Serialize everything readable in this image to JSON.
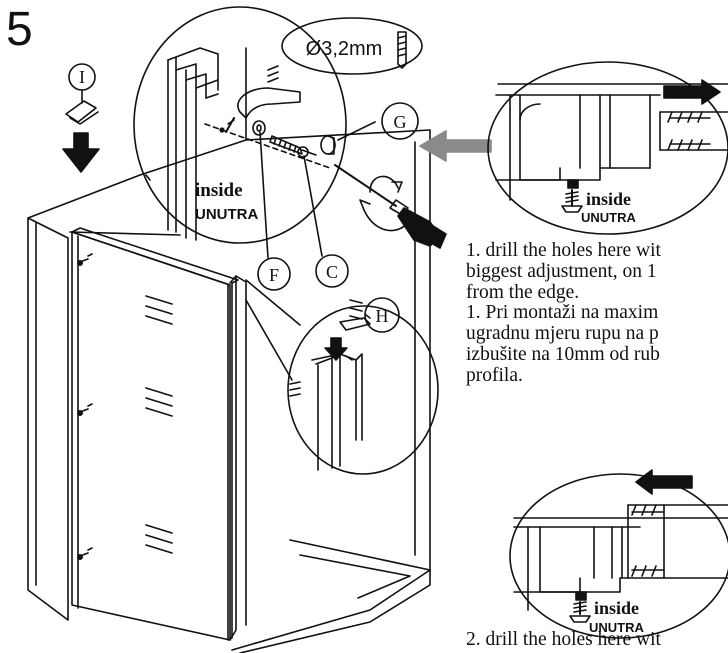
{
  "step_number": "5",
  "drill_spec": "Ø3,2mm",
  "inside_label_1": "inside",
  "unutra_label_1": "UNUTRA",
  "inside_label_2": "inside",
  "unutra_label_2": "UNUTRA",
  "inside_label_3": "inside",
  "unutra_label_3": "UNUTRA",
  "parts": {
    "I": "I",
    "G": "G",
    "F": "F",
    "C": "C",
    "H": "H"
  },
  "instructions": {
    "en_1": [
      "1. drill the holes here wit",
      "biggest adjustment, on 1",
      " from the edge."
    ],
    "hr_1": [
      "1. Pri montaži na maxim",
      "ugradnu mjeru rupu na p",
      "izbušite na 10mm od rub",
      "profila."
    ],
    "en_2": [
      "2. drill the holes here wit"
    ]
  },
  "colors": {
    "line": "#111111",
    "arrow_gray": "#8a8a8a",
    "arrow_dark": "#111111"
  }
}
